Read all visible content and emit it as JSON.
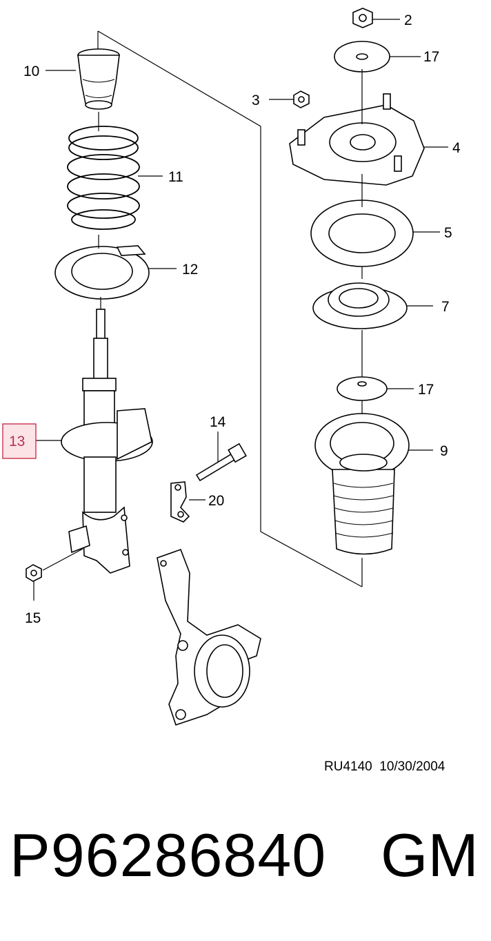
{
  "callouts": {
    "c2": "2",
    "c3": "3",
    "c4": "4",
    "c5": "5",
    "c7": "7",
    "c9": "9",
    "c10": "10",
    "c11": "11",
    "c12": "12",
    "c13": "13",
    "c14": "14",
    "c15": "15",
    "c17a": "17",
    "c17b": "17",
    "c20": "20"
  },
  "highlight_color": "#c9314a",
  "diagram_ref": "RU4140  10/30/2004",
  "part_number": "P96286840",
  "brand": "GM"
}
